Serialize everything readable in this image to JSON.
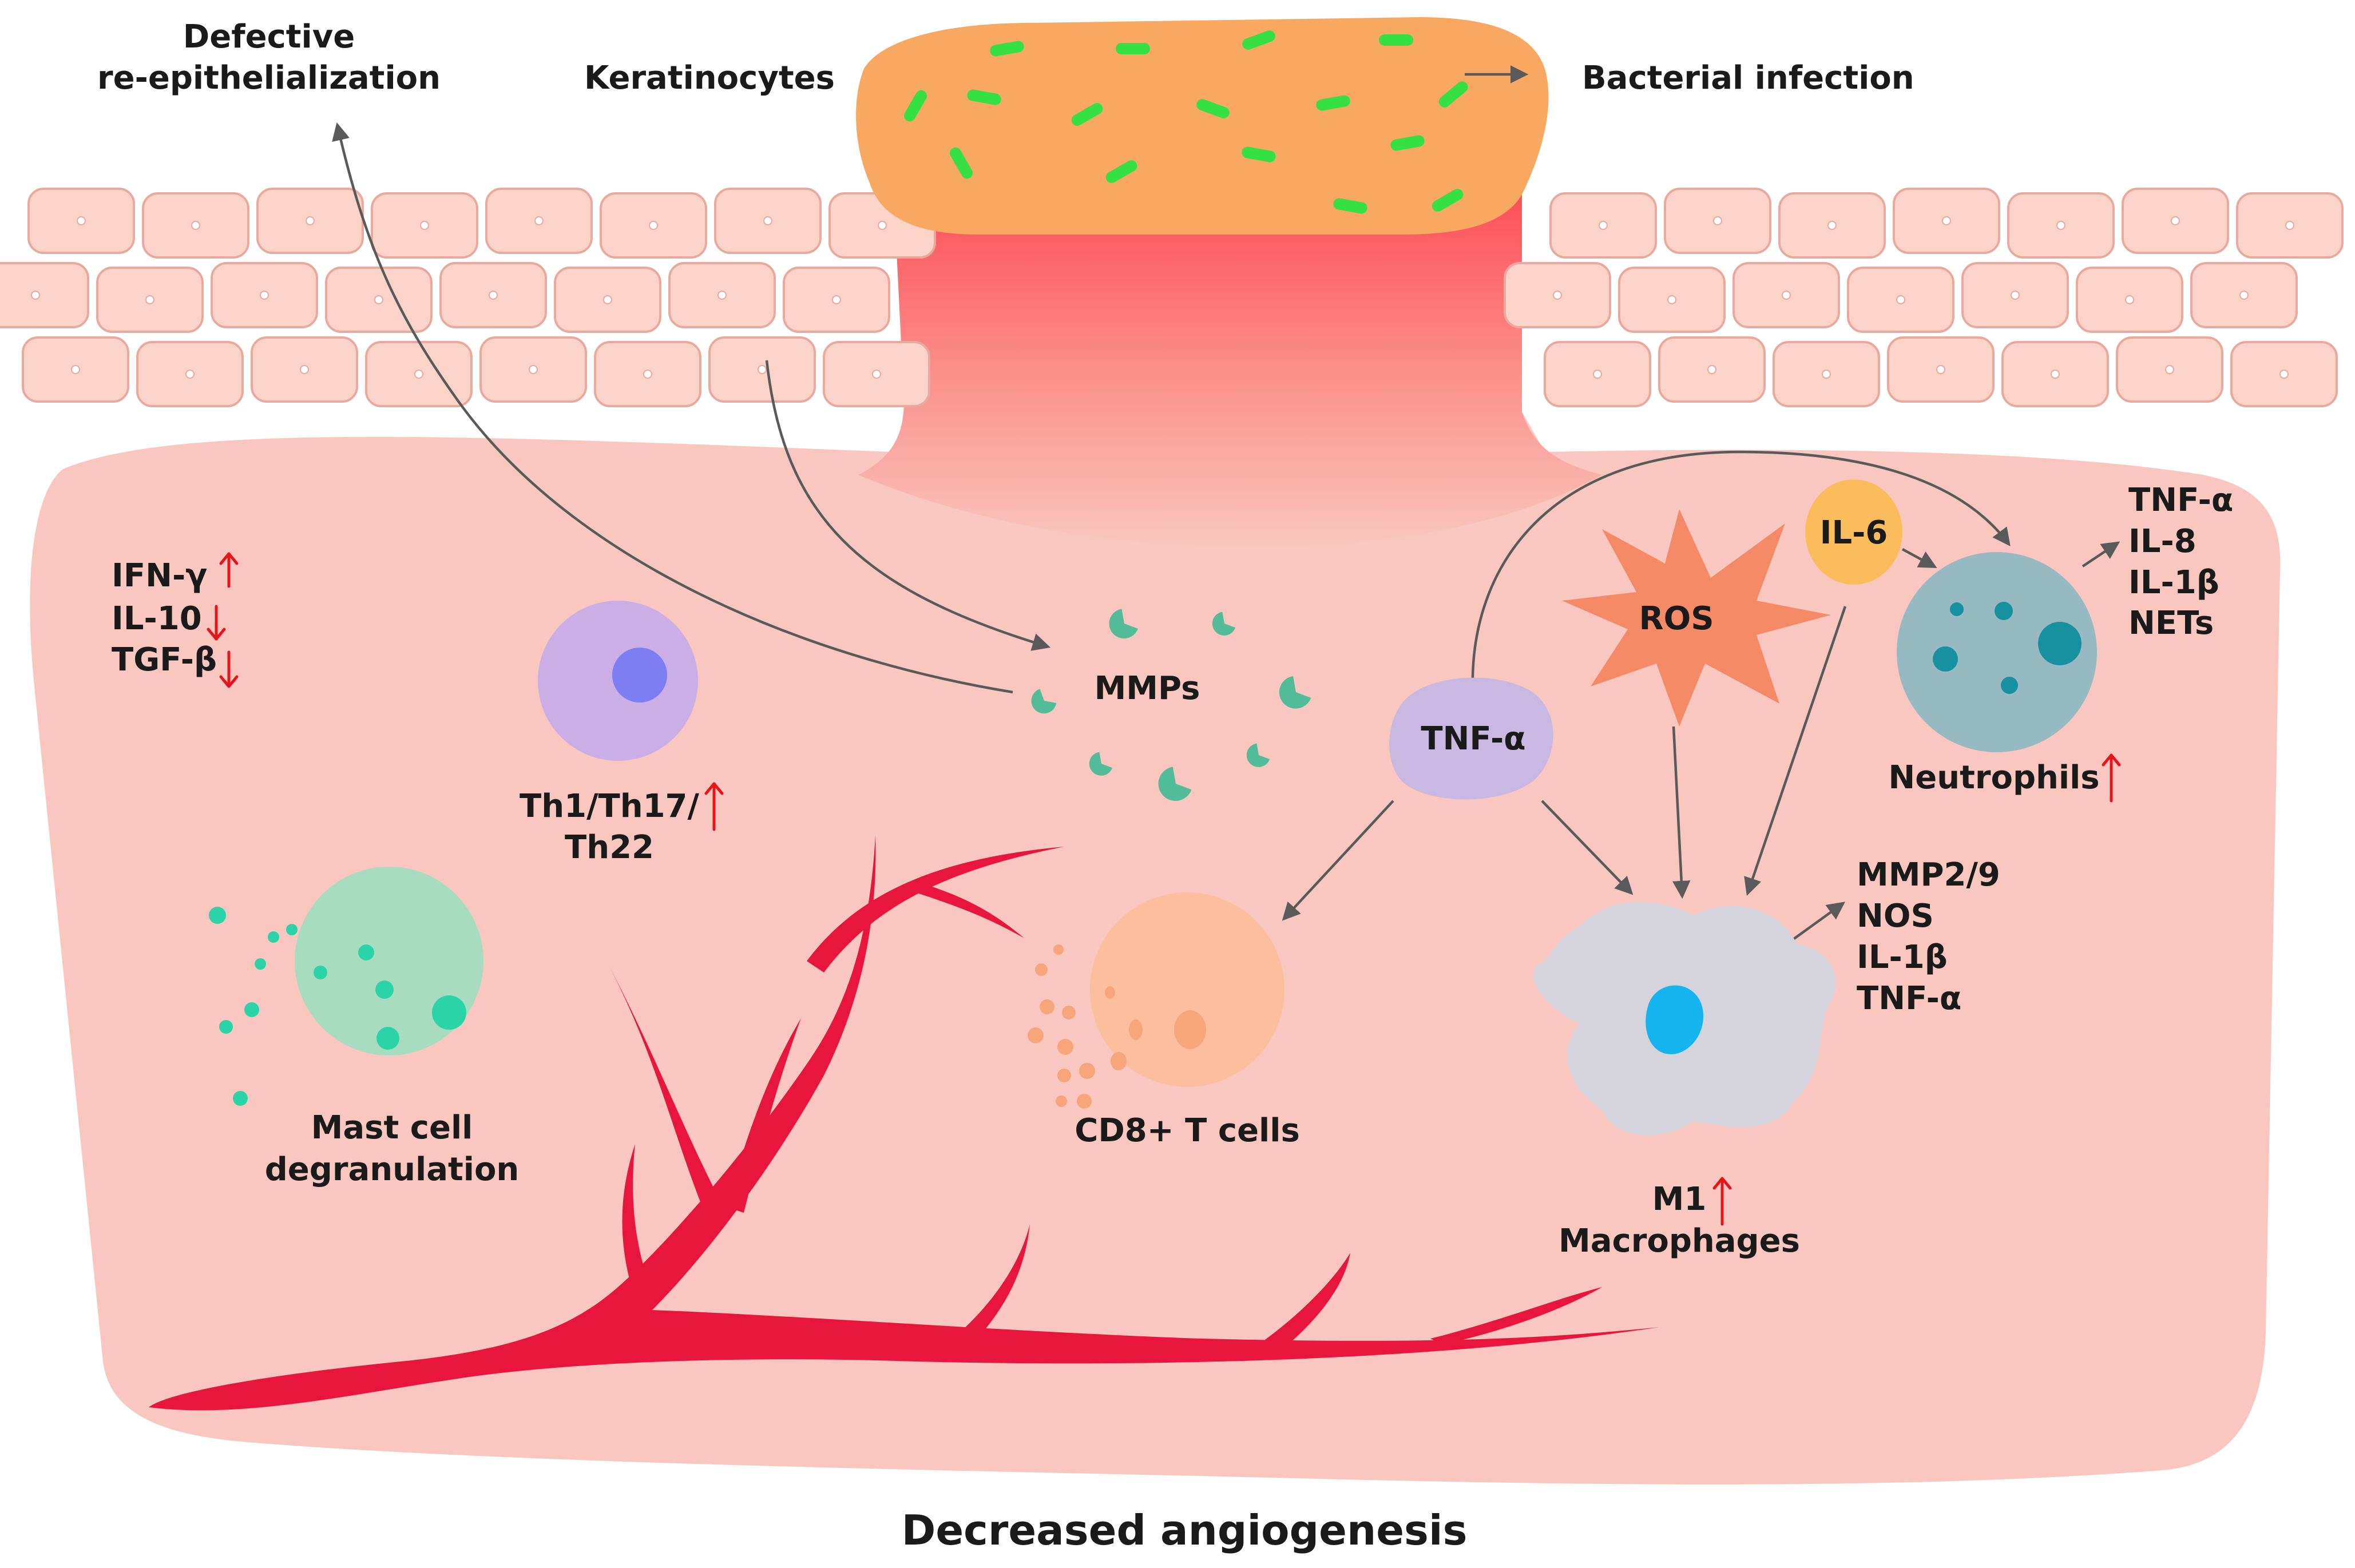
{
  "labels": {
    "defective_line1": "Defective",
    "defective_line2": "re-epithelialization",
    "keratinocytes": "Keratinocytes",
    "bacterial_infection": "Bacterial infection",
    "ifn_gamma": "IFN-γ",
    "il10": "IL-10",
    "tgf_beta": "TGF-β",
    "th_line1": "Th1/Th17/",
    "th_line2": "Th22",
    "mmps": "MMPs",
    "tnf_alpha_node": "TNF-α",
    "ros": "ROS",
    "il6": "IL-6",
    "neutrophil_outputs": [
      "TNF-α",
      "IL-8",
      "IL-1β",
      "NETs"
    ],
    "neutrophils": "Neutrophils",
    "mast_line1": "Mast cell",
    "mast_line2": "degranulation",
    "cd8": "CD8+ T cells",
    "macrophage_outputs": [
      "MMP2/9",
      "NOS",
      "IL-1β",
      "TNF-α"
    ],
    "m1": "M1",
    "macrophages": "Macrophages",
    "footer_title": "Decreased angiogenesis"
  },
  "indicators": {
    "ifn_gamma": "up",
    "il10": "down",
    "tgf_beta": "down",
    "th_cells": "up",
    "neutrophils": "up",
    "m1_macrophages": "up"
  },
  "colors": {
    "tissue": "#f9c7bf",
    "wound_core": "#ff3b46",
    "scab": "#f8a860",
    "bacteria": "#35e046",
    "keratinocyte": "#fbd3c9",
    "vessel": "#e8163c",
    "arrow": "#5a5a5a",
    "indicator": "#e8141b",
    "th_cell": "#cbaee6",
    "th_nucleus": "#7e7ef3",
    "mast_cell": "#a7dcc0",
    "granule": "#2bd4a6",
    "mmp": "#52bb98",
    "tnf_node": "#c9b8e2",
    "ros": "#f58a66",
    "il6": "#fbbd5b",
    "neutrophil": "#97b9c2",
    "neutrophil_granule": "#17909f",
    "cd8_cell": "#fbbf9e",
    "cd8_dot": "#f7a57b",
    "macrophage": "#d5d3dc",
    "macrophage_nucleus": "#14b4ef"
  }
}
